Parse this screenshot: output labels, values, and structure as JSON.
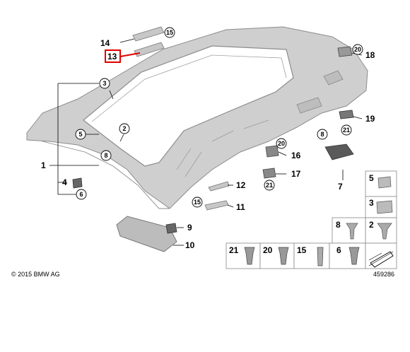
{
  "diagram": {
    "callouts": {
      "c1": "1",
      "c2": "2",
      "c3": "3",
      "c4": "4",
      "c5": "5",
      "c6": "6",
      "c7": "7",
      "c8a": "8",
      "c8b": "8",
      "c9": "9",
      "c10": "10",
      "c11": "11",
      "c12": "12",
      "c13": "13",
      "c14": "14",
      "c15a": "15",
      "c15b": "15",
      "c16": "16",
      "c17": "17",
      "c18": "18",
      "c19": "19",
      "c20a": "20",
      "c20b": "20",
      "c21a": "21",
      "c21b": "21"
    },
    "highlight_color": "#e00000",
    "parts_grid": {
      "right_col": [
        "5",
        "3",
        "2"
      ],
      "middle_row": [
        "8",
        "2"
      ],
      "bottom_row": [
        "21",
        "20",
        "15",
        "6"
      ]
    },
    "copyright": "© 2015 BMW AG",
    "diagram_number": "459286"
  }
}
